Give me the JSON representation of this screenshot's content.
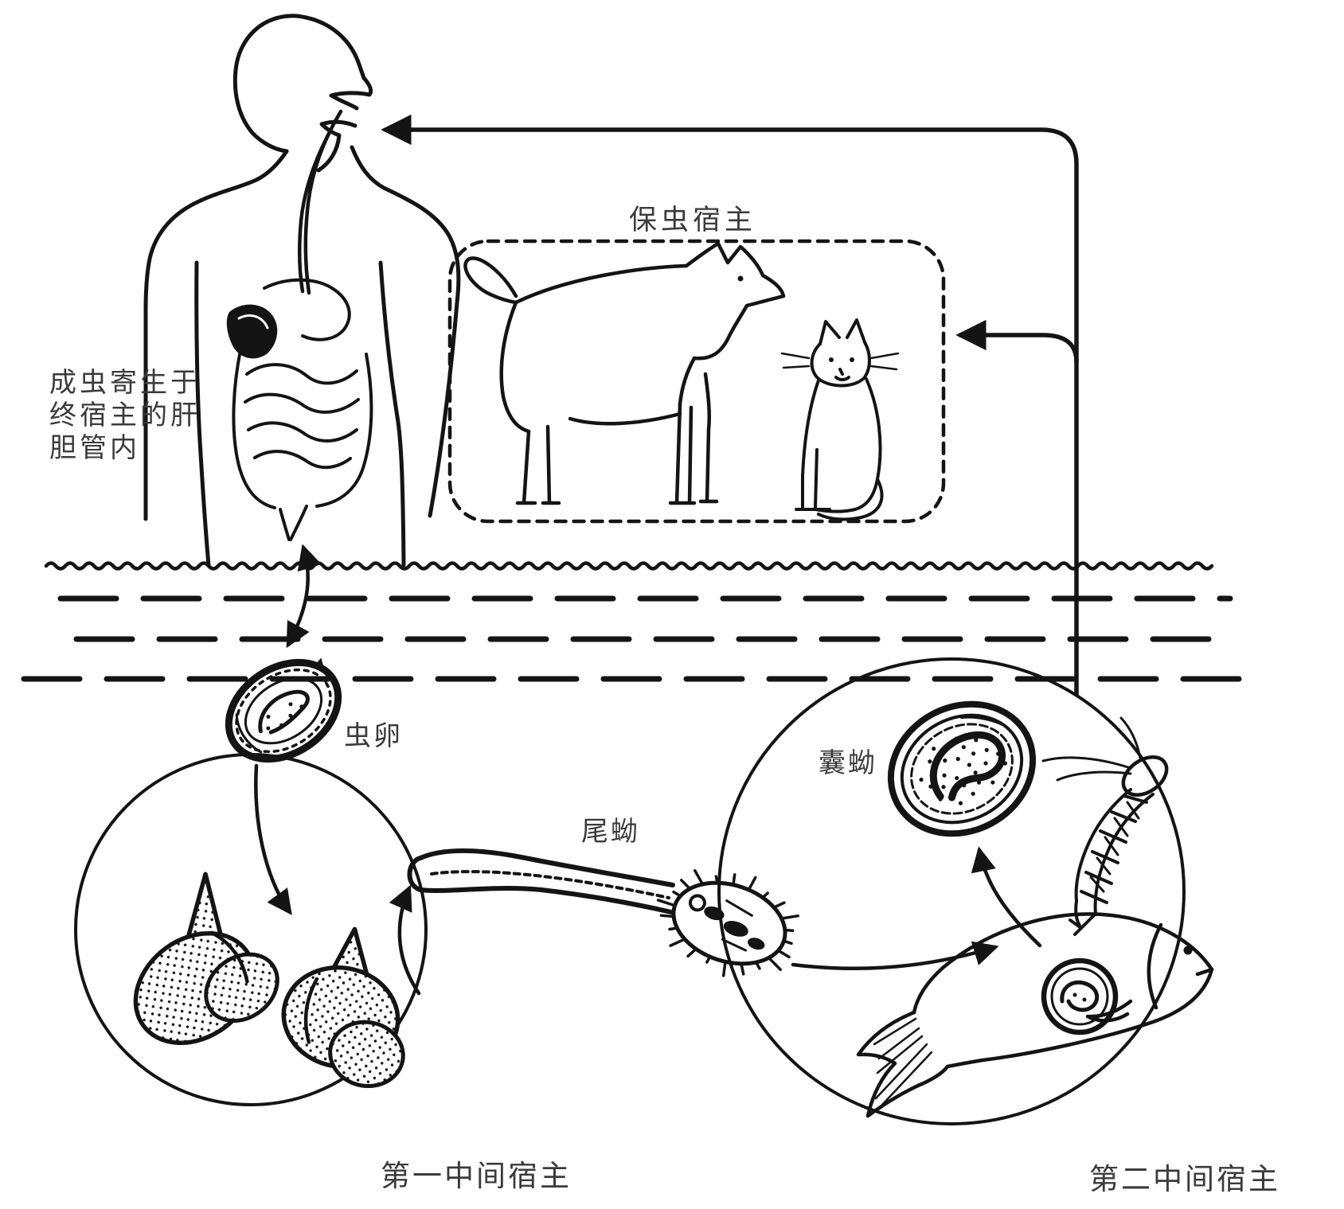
{
  "page": {
    "background": "#ffffff",
    "ink": "#141414",
    "text_color": "#3b3b3b"
  },
  "labels": {
    "adult_site_line1": "成虫寄生于",
    "adult_site_line2": "终宿主的肝",
    "adult_site_line3": "胆管内",
    "reservoir_host": "保虫宿主",
    "egg": "虫卵",
    "cercaria": "尾蚴",
    "metacercaria": "囊蚴",
    "first_intermediate_host": "第一中间宿主",
    "second_intermediate_host": "第二中间宿主"
  }
}
